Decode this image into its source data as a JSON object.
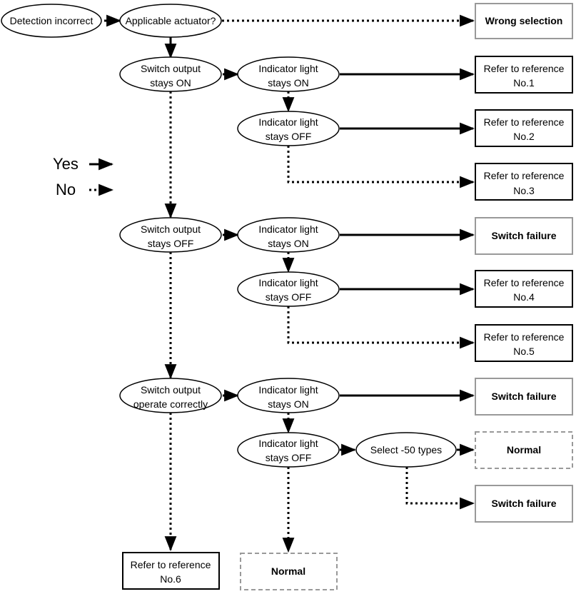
{
  "flowchart": {
    "legend": {
      "yes": "Yes",
      "no": "No"
    },
    "nodes": {
      "detection": "Detection incorrect",
      "actuator": "Applicable actuator?",
      "wrong": "Wrong selection",
      "sw_on": [
        "Switch output",
        "stays ON"
      ],
      "a_on": [
        "Indicator light",
        "stays ON"
      ],
      "ref1": [
        "Refer to reference",
        "No.1"
      ],
      "a_off": [
        "Indicator light",
        "stays OFF"
      ],
      "ref2": [
        "Refer to reference",
        "No.2"
      ],
      "ref3": [
        "Refer to reference",
        "No.3"
      ],
      "sw_off": [
        "Switch output",
        "stays OFF"
      ],
      "b_on": [
        "Indicator light",
        "stays ON"
      ],
      "fail1": "Switch failure",
      "b_off": [
        "Indicator light",
        "stays OFF"
      ],
      "ref4": [
        "Refer to reference",
        "No.4"
      ],
      "ref5": [
        "Refer to reference",
        "No.5"
      ],
      "sw_ok": [
        "Switch output",
        "operate correctly"
      ],
      "c_on": [
        "Indicator light",
        "stays ON"
      ],
      "fail2": "Switch failure",
      "c_off": [
        "Indicator light",
        "stays OFF"
      ],
      "select": "Select -50 types",
      "normal1": "Normal",
      "fail3": "Switch failure",
      "ref6": [
        "Refer to reference",
        "No.6"
      ],
      "normal2": "Normal"
    }
  }
}
